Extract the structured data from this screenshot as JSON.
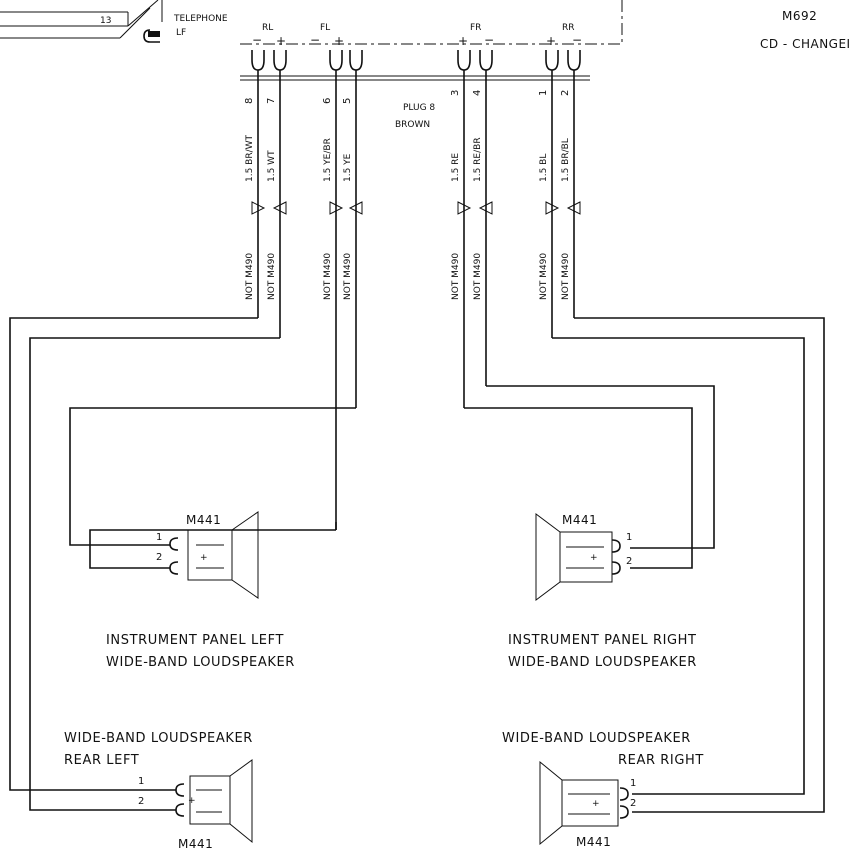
{
  "header": {
    "fuse_number": "13",
    "telephone_label": "TELEPHONE",
    "telephone_sub": "LF",
    "component_id": "M692",
    "component_name": "CD - CHANGEI"
  },
  "channels": [
    {
      "label": "RL",
      "neg": "−",
      "pos": "+",
      "pin_a": "8",
      "pin_b": "7",
      "wire_a": "1.5 BR/WT",
      "wire_b": "1.5 WT",
      "note_a": "NOT M490",
      "note_b": "NOT M490"
    },
    {
      "label": "FL",
      "neg": "−",
      "pos": "+",
      "pin_a": "6",
      "pin_b": "5",
      "wire_a": "1.5 YE/BR",
      "wire_b": "1.5 YE",
      "note_a": "NOT M490",
      "note_b": "NOT M490"
    },
    {
      "label": "FR",
      "neg": "−",
      "pos": "+",
      "pin_a": "3",
      "pin_b": "4",
      "wire_a": "1.5 RE",
      "wire_b": "1.5 RE/BR",
      "note_a": "NOT M490",
      "note_b": "NOT M490"
    },
    {
      "label": "RR",
      "neg": "−",
      "pos": "+",
      "pin_a": "1",
      "pin_b": "2",
      "wire_a": "1.5 BL",
      "wire_b": "1.5 BR/BL",
      "note_a": "NOT M490",
      "note_b": "NOT M490"
    }
  ],
  "plug": {
    "line1": "PLUG 8",
    "line2": "BROWN"
  },
  "speakers": [
    {
      "id": "M441",
      "pin1": "1",
      "pin2": "2",
      "caption1": "INSTRUMENT PANEL LEFT",
      "caption2": "WIDE-BAND LOUDSPEAKER"
    },
    {
      "id": "M441",
      "pin1": "1",
      "pin2": "2",
      "caption1": "INSTRUMENT PANEL RIGHT",
      "caption2": "WIDE-BAND LOUDSPEAKER"
    },
    {
      "id": "M441",
      "pin1": "1",
      "pin2": "2",
      "caption1": "WIDE-BAND LOUDSPEAKER",
      "caption2": "REAR LEFT"
    },
    {
      "id": "M441",
      "pin1": "1",
      "pin2": "2",
      "caption1": "WIDE-BAND LOUDSPEAKER",
      "caption2": "REAR RIGHT"
    }
  ]
}
